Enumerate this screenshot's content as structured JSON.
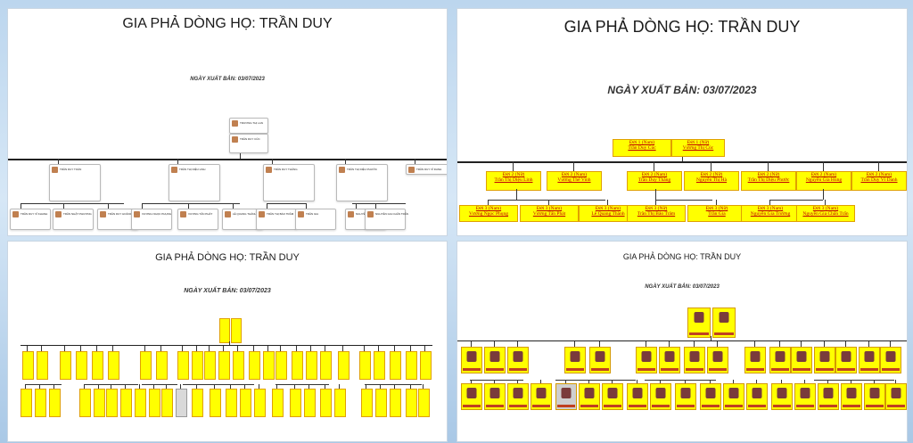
{
  "title": "GIA PHẢ DÒNG HỌ: TRẦN DUY",
  "date": "NGÀY XUẤT BẢN: 03/07/2023",
  "colors": {
    "box_fill": "#ffff00",
    "box_text": "#c00000",
    "box_border": "#e0a000"
  },
  "panel2": {
    "root": [
      {
        "line1": "Đời 1 (Nam)",
        "line2": "Trần Duy Cúc"
      },
      {
        "line1": "Đời 1 (Nữ)",
        "line2": "Vương Thị Cúc"
      }
    ],
    "gen2": [
      {
        "line1": "Đời 2 (Nữ)",
        "line2": "Trần Thị Diệu Linh"
      },
      {
        "line1": "Đời 2 (Nam)",
        "line2": "Vương Thế Vinh"
      },
      {
        "line1": "Đời 2 (Nam)",
        "line2": "Trần Duy Thắng"
      },
      {
        "line1": "Đời 2 (Nữ)",
        "line2": "Nguyễn Thị Hà"
      },
      {
        "line1": "Đời 2 (Nữ)",
        "line2": "Trần Thị Diệu Phước"
      },
      {
        "line1": "Đời 2 (Nam)",
        "line2": "Nguyễn Gia Hùng"
      },
      {
        "line1": "Đời 2 (Nam)",
        "line2": "Trần Duy Vĩ Danh"
      }
    ],
    "gen3": [
      {
        "line1": "Đời 3 (Nam)",
        "line2": "Vương Ngọc Phụng"
      },
      {
        "line1": "Đời 3 (Nam)",
        "line2": "Vương Tấn Phát"
      },
      {
        "line1": "Đời 3 (Nam)",
        "line2": "Lê Quang Thành"
      },
      {
        "line1": "Đời 3 (Nữ)",
        "line2": "Trần Thị Bảo Trâm"
      },
      {
        "line1": "Đời 3 (Nữ)",
        "line2": "Trần Gia"
      },
      {
        "line1": "Đời 3 (Nam)",
        "line2": "Nguyễn Gia Trường"
      },
      {
        "line1": "Đời 3 (Nam)",
        "line2": "Nguyễn Gia Chấn Trấn"
      }
    ]
  },
  "panel1": {
    "root": [
      "TRƯƠNG THỊ LAN",
      "TRẦN DUY CÚC"
    ],
    "gen2": [
      "TRẦN DUY TOÀN",
      "TRẦN THỊ DIỆU LINH",
      "TRẦN DUY THẮNG",
      "TRẦN THỊ DIỆU PHƯỚC",
      "TRẦN DUY VĨ DANH"
    ],
    "gen3": [
      "TRẦN DUY VĨ KHANH",
      "TRẦN NHẬT PHƯƠNG",
      "TRẦN DUY HOÀNG",
      "VƯƠNG NGỌC PHỤNG",
      "VƯƠNG TẤN PHÁT",
      "LÊ QUANG THÀNH",
      "TRẦN THỊ BẢO TRÂM",
      "TRẦN GIA",
      "NGUYỄN GIA TRƯỜNG",
      "NGUYỄN GIA CHẤN TRẤN"
    ]
  }
}
